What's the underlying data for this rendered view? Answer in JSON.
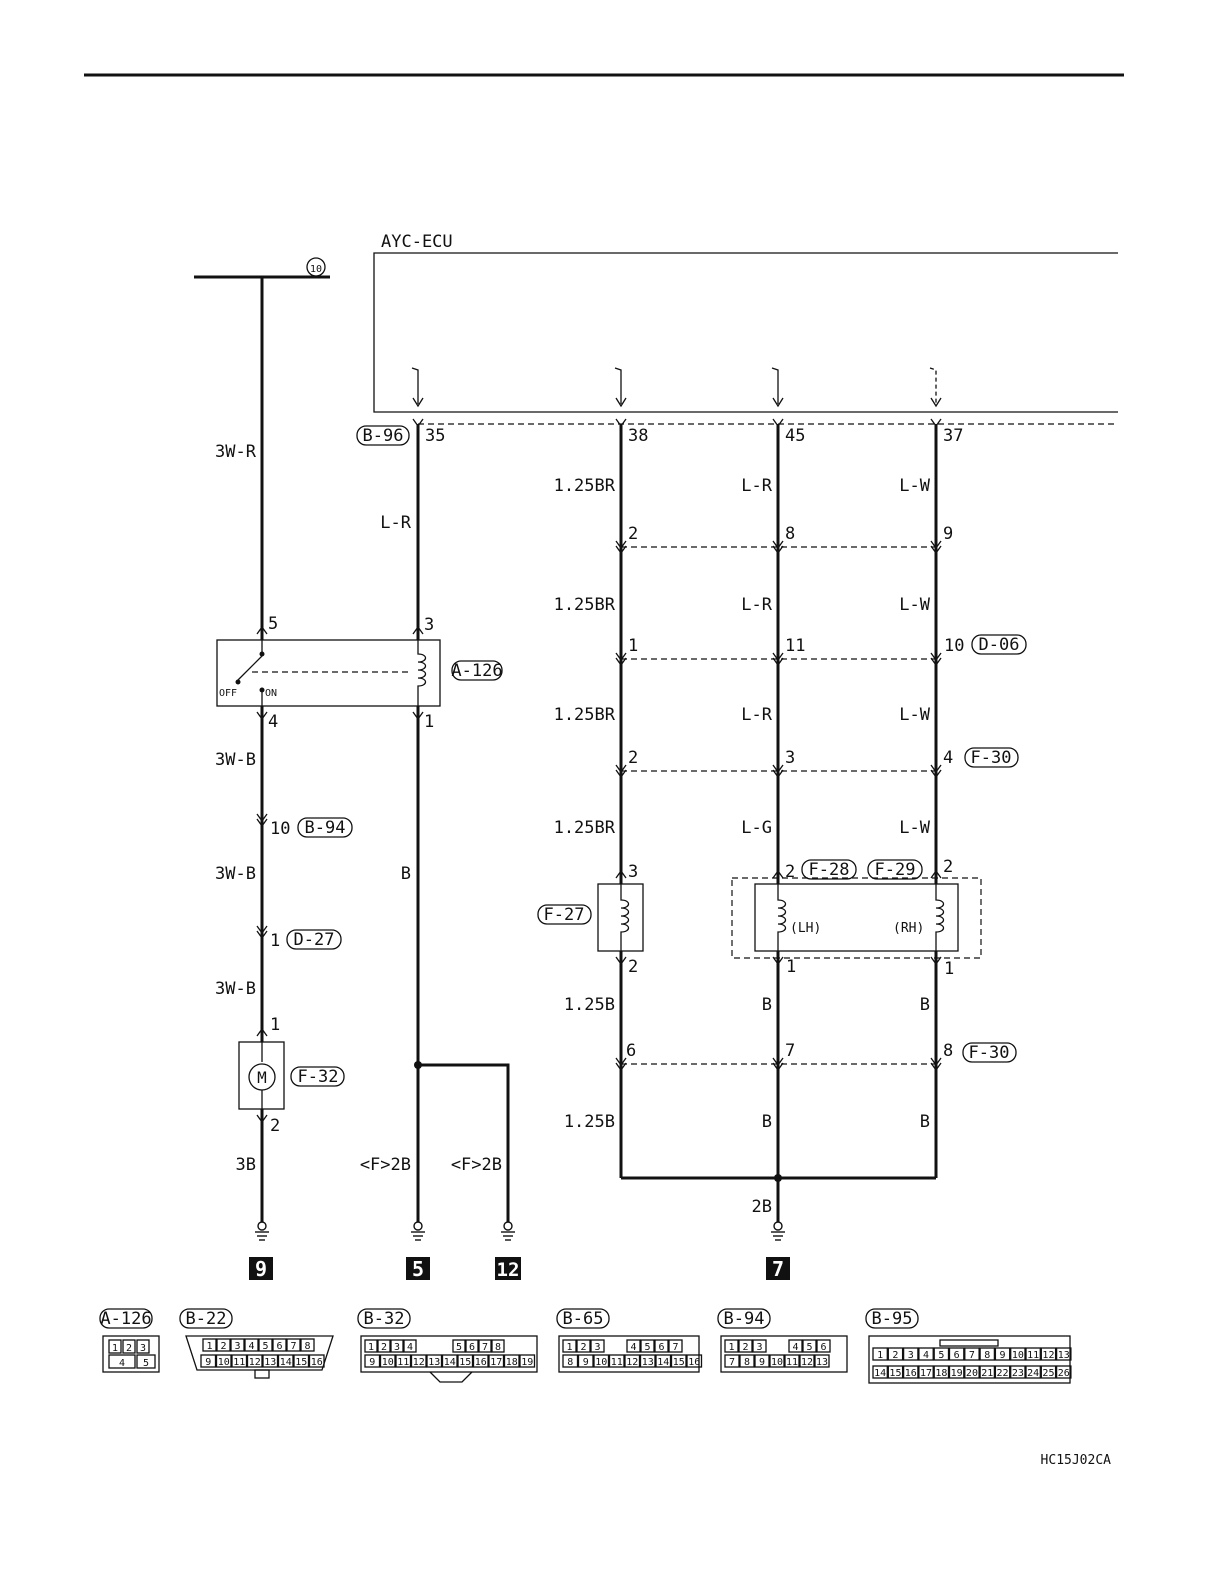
{
  "header": {
    "ecu_title": "AYC-ECU"
  },
  "circle_ref": "10",
  "wires": {
    "left_top": "3W-R",
    "left_mid1": "3W-B",
    "left_mid2": "3W-B",
    "left_mid3": "3W-B",
    "left_bot": "3B",
    "col2_top": "L-R",
    "col2_mid": "B",
    "col2_bot_a": "<F>2B",
    "col2_bot_b": "<F>2B",
    "col3_a": "1.25BR",
    "col3_b": "1.25BR",
    "col3_c": "1.25BR",
    "col3_d": "1.25BR",
    "col3_e": "1.25B",
    "col3_f": "1.25B",
    "col4_a": "L-R",
    "col4_b": "L-R",
    "col4_c": "L-R",
    "col4_d": "L-G",
    "col4_e": "B",
    "col4_f": "B",
    "col5_a": "L-W",
    "col5_b": "L-W",
    "col5_c": "L-W",
    "col5_d": "L-W",
    "col5_e": "B",
    "col5_f": "B",
    "bottom_ground": "2B"
  },
  "pins": {
    "ecu_35": "35",
    "ecu_38": "38",
    "ecu_45": "45",
    "ecu_37": "37",
    "sw_5": "5",
    "sw_4": "4",
    "relay_3": "3",
    "relay_1": "1",
    "b94_10": "10",
    "d27_1": "1",
    "motor_1": "1",
    "motor_2": "2",
    "r1_2": "2",
    "r1_8": "8",
    "r1_9": "9",
    "r2_1": "1",
    "r2_11": "11",
    "r2_10": "10",
    "r3_2": "2",
    "r3_3": "3",
    "r3_4": "4",
    "f27_3": "3",
    "f27_2": "2",
    "lh_2": "2",
    "lh_1": "1",
    "rh_2": "2",
    "rh_1": "1",
    "r4_6": "6",
    "r4_7": "7",
    "r4_8": "8"
  },
  "connectors": {
    "b96": "B-96",
    "a126": "A-126",
    "b94": "B-94",
    "d27": "D-27",
    "f32": "F-32",
    "d06": "D-06",
    "f30a": "F-30",
    "f27": "F-27",
    "f28": "F-28",
    "f29": "F-29",
    "f30b": "F-30"
  },
  "switch": {
    "off": "OFF",
    "on": "ON"
  },
  "motor_symbol": "M",
  "coil_labels": {
    "lh": "(LH)",
    "rh": "(RH)"
  },
  "grounds": [
    "9",
    "5",
    "12",
    "7"
  ],
  "legend": [
    {
      "name": "A-126",
      "row1": [
        "1",
        "2",
        "3"
      ],
      "row2": [
        "4",
        "5"
      ]
    },
    {
      "name": "B-22",
      "row1": [
        "1",
        "2",
        "3",
        "4",
        "5",
        "6",
        "7",
        "8"
      ],
      "row2": [
        "9",
        "10",
        "11",
        "12",
        "13",
        "14",
        "15",
        "16"
      ]
    },
    {
      "name": "B-32",
      "row1": [
        "1",
        "2",
        "3",
        "4",
        "5",
        "6",
        "7",
        "8"
      ],
      "row2": [
        "9",
        "10",
        "11",
        "12",
        "13",
        "14",
        "15",
        "16",
        "17",
        "18",
        "19"
      ]
    },
    {
      "name": "B-65",
      "row1": [
        "1",
        "2",
        "3",
        "4",
        "5",
        "6",
        "7"
      ],
      "row2": [
        "8",
        "9",
        "10",
        "11",
        "12",
        "13",
        "14",
        "15",
        "16"
      ]
    },
    {
      "name": "B-94",
      "row1": [
        "1",
        "2",
        "3",
        "4",
        "5",
        "6"
      ],
      "row2": [
        "7",
        "8",
        "9",
        "10",
        "11",
        "12",
        "13"
      ]
    },
    {
      "name": "B-95",
      "row1": [
        "1",
        "2",
        "3",
        "4",
        "5",
        "6",
        "7",
        "8",
        "9",
        "10",
        "11",
        "12",
        "13"
      ],
      "row2": [
        "14",
        "15",
        "16",
        "17",
        "18",
        "19",
        "20",
        "21",
        "22",
        "23",
        "24",
        "25",
        "26"
      ]
    }
  ],
  "footer_code": "HC15J02CA"
}
